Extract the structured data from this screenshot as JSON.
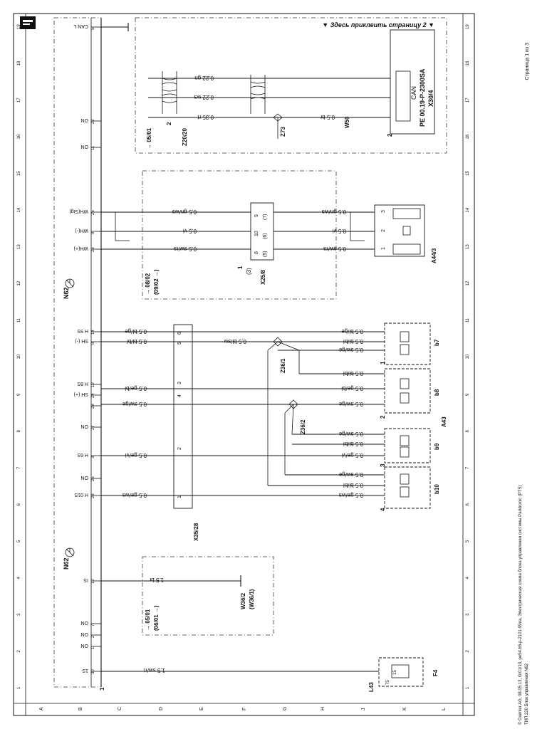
{
  "header": {
    "note": "▼ Здесь приклеить страницу 2 ▼",
    "page_label": "Страница 1 из 3"
  },
  "footer": {
    "line1": "© Daimler AG, 08.05.13, G/01/13, pe54.65-p-2101-99ea, Электрическая схема блока управления системы Parktronic (PTS)",
    "line2": "ТИП 220 Блок управления N62"
  },
  "grid": {
    "rows": [
      "A",
      "B",
      "C",
      "D",
      "E",
      "F",
      "G",
      "H",
      "J",
      "K",
      "L"
    ],
    "cols": [
      "1",
      "2",
      "3",
      "4",
      "5",
      "6",
      "7",
      "8",
      "9",
      "10",
      "11",
      "12",
      "13",
      "14",
      "15",
      "16",
      "17",
      "18",
      "19"
    ]
  },
  "module": {
    "name": "N62",
    "name2": "N62",
    "pins": [
      {
        "label": "CAN L",
        "pin": "5"
      },
      {
        "label": "ON",
        "pin": "22"
      },
      {
        "label": "ON",
        "pin": "11"
      },
      {
        "label": "WH(Sig)",
        "pin": "25"
      },
      {
        "label": "WH(-)",
        "pin": "9"
      },
      {
        "label": "WH(+)",
        "pin": "29"
      },
      {
        "label": "H 9S",
        "pin": "14"
      },
      {
        "label": "SH (-)",
        "pin": "8"
      },
      {
        "label": "H 8S",
        "pin": "19"
      },
      {
        "label": "SH (+)",
        "pin": "24"
      },
      {
        "label": "",
        "pin": "28"
      },
      {
        "label": "ON",
        "pin": "27"
      },
      {
        "label": "H 6S",
        "pin": "3"
      },
      {
        "label": "ON",
        "pin": "26"
      },
      {
        "label": "H 01S",
        "pin": "23"
      },
      {
        "label": "IS",
        "pin": "10"
      },
      {
        "label": "ON",
        "pin": "7"
      },
      {
        "label": "ON",
        "pin": "2"
      },
      {
        "label": "ON",
        "pin": "1"
      },
      {
        "label": "1S",
        "pin": "30"
      }
    ],
    "connector_mark": "1"
  },
  "components": {
    "x30_4": {
      "lines": [
        "CAN",
        "PE 00.19-P-2300SA",
        "X30/4"
      ],
      "connector_no": "2"
    },
    "z20_20": {
      "label": "Z20/20",
      "no": "2"
    },
    "z73": {
      "label": "Z73"
    },
    "w50": {
      "label": "W50"
    },
    "ref_0501": {
      "label": "→ 05/01"
    },
    "a44_3": {
      "label": "A44/3",
      "pins": [
        "3",
        "2",
        "1"
      ]
    },
    "x25_8": {
      "label": "X25/8",
      "pins": [
        "9",
        "10",
        "8"
      ],
      "alt_pins": [
        "(7)",
        "(6)",
        "(5)"
      ],
      "ref": "(3)",
      "no": "1"
    },
    "ref_0802": {
      "label": "→ 08/02",
      "alt": "(09/02 →)"
    },
    "a43": {
      "label": "A43"
    },
    "b7": {
      "label": "b7",
      "no": "1"
    },
    "b8": {
      "label": "b8",
      "no": "2"
    },
    "b9": {
      "label": "b9",
      "no": "3"
    },
    "b10": {
      "label": "b10",
      "no": "4"
    },
    "z36_1": {
      "label": "Z36/1"
    },
    "z36_2": {
      "label": "Z36/2"
    },
    "x35_28": {
      "label": "X35/28",
      "pins": [
        "6",
        "5",
        "3",
        "4",
        "2",
        "1"
      ]
    },
    "w36_2": {
      "label": "W36/2",
      "alt": "(W36/1)"
    },
    "ref_0501b": {
      "label": "→ 05/01",
      "alt": "(06/01 →)"
    },
    "f4": {
      "label": "F4"
    },
    "l43": {
      "label": "L43",
      "pins": [
        "15",
        "75"
      ]
    }
  },
  "wires": {
    "can": [
      "0.22 gn",
      "0.22 ws",
      "0.35 rt",
      "0.5 br"
    ],
    "wh": [
      "0.5 gn/ws",
      "0.5 vi",
      "0.5 sw/rs"
    ],
    "wh_right": [
      "0.5 gn/ws",
      "0.5 vi",
      "0.5 sw/rs"
    ],
    "sensor_left": [
      "0.5 bl/ge",
      "0.5 bl/bl",
      "0.5 ge/bl",
      "0.5 sw/ge",
      "0.5 ge/vi",
      "0.5 ge/ws"
    ],
    "sensor_mid": [
      "0.5 bl/sw"
    ],
    "sensor_right": [
      "0.5 bl/ge",
      "0.5 bl/bl",
      "0.5 sw/ge",
      "0.5 bl/bl",
      "0.5 ge/bl",
      "0.5 sw/ge",
      "0.5 sw/ge",
      "0.5 bl/bl",
      "0.5 ge/vi",
      "0.5 sw/ge",
      "0.5 bl/bl",
      "0.5 ge/ws"
    ],
    "sensor_w36": [
      "1.5 br"
    ],
    "supply": [
      "1.5 sw/rt"
    ]
  }
}
